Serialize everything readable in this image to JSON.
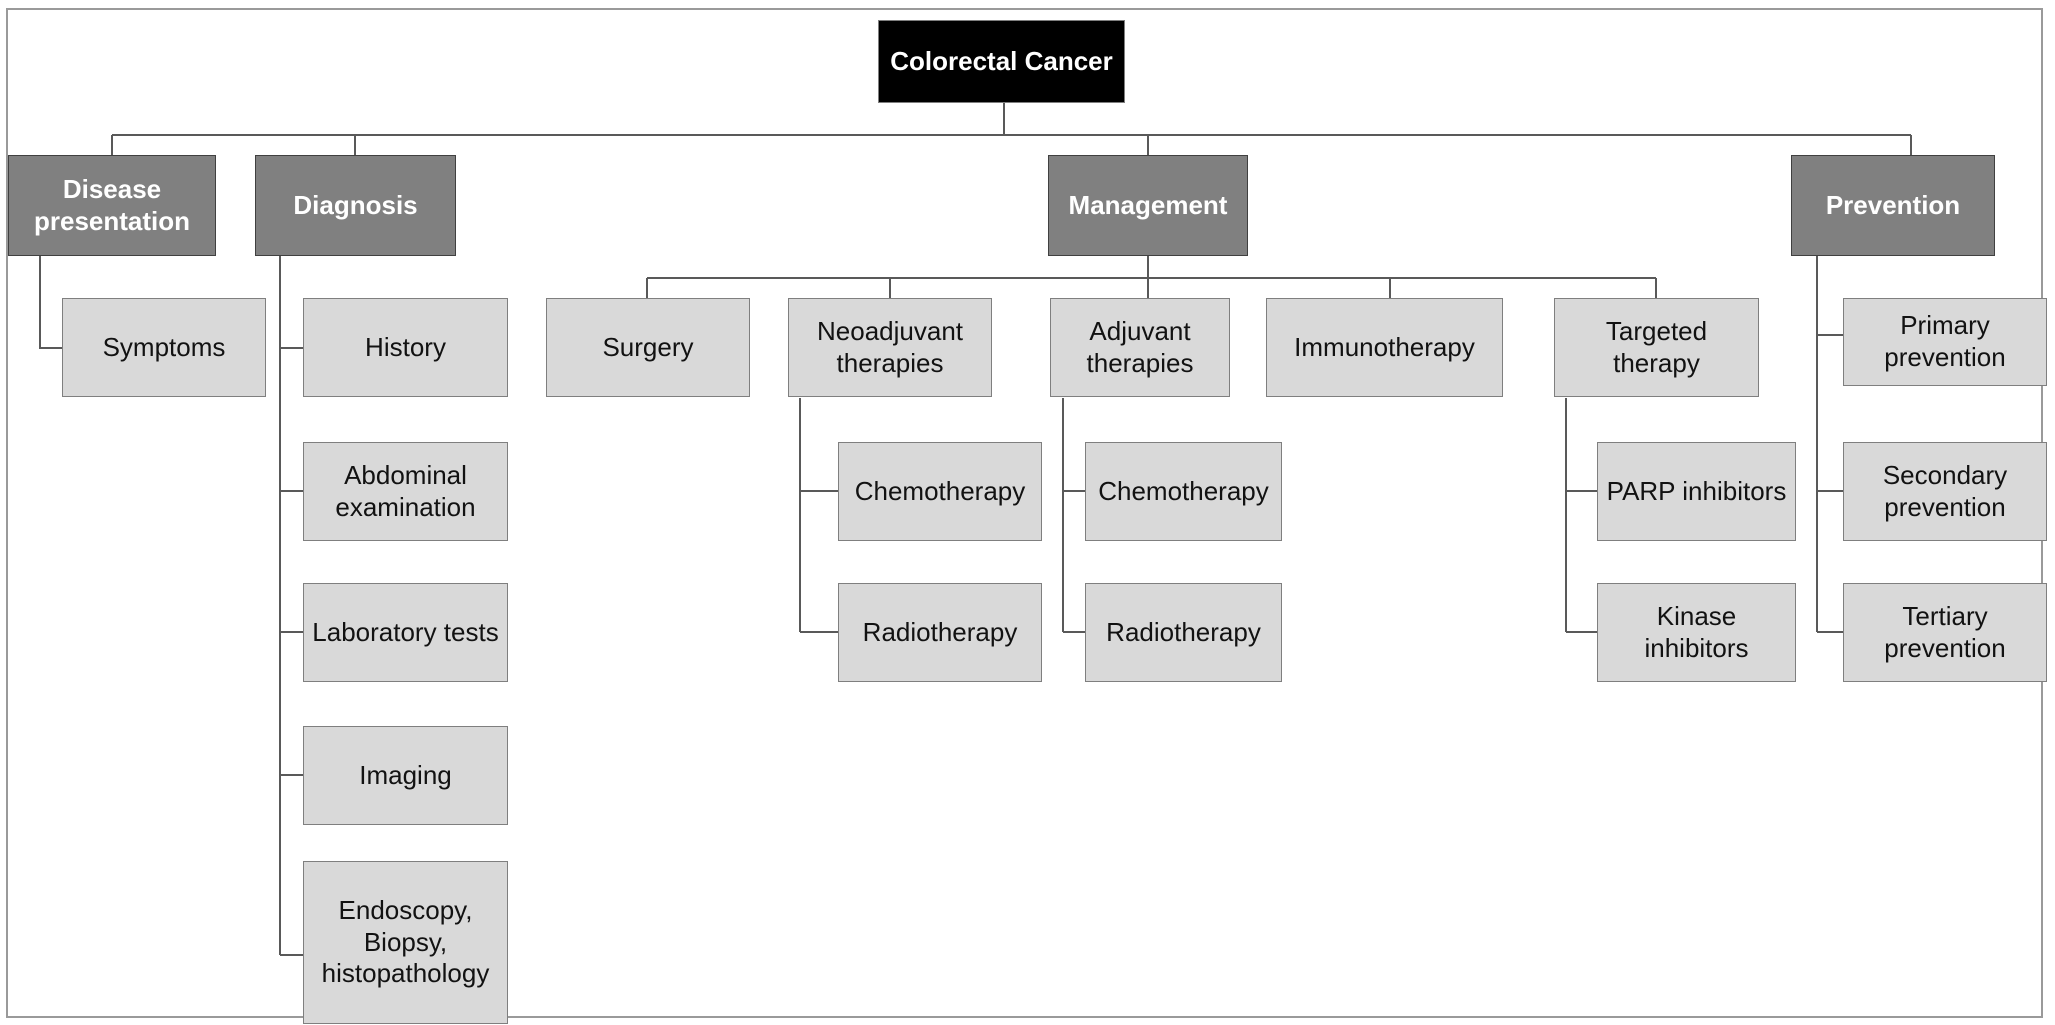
{
  "diagram": {
    "title_node": "Colorectal Cancer",
    "style": {
      "root_fill": "#000000",
      "category_fill": "#808080",
      "leaf_fill": "#d9d9d9",
      "line_color": "#595959",
      "frame_color": "#9a9a9a"
    },
    "nodes": {
      "root": "Colorectal Cancer",
      "disease_presentation": "Disease presentation",
      "diagnosis": "Diagnosis",
      "management": "Management",
      "prevention": "Prevention",
      "symptoms": "Symptoms",
      "history": "History",
      "abdominal_examination": "Abdominal examination",
      "laboratory_tests": "Laboratory tests",
      "imaging": "Imaging",
      "endoscopy_biopsy": "Endoscopy, Biopsy, histopathology",
      "surgery": "Surgery",
      "neoadjuvant_therapies": "Neoadjuvant therapies",
      "adjuvant_therapies": "Adjuvant therapies",
      "immunotherapy": "Immunotherapy",
      "targeted_therapy": "Targeted therapy",
      "neo_chemotherapy": "Chemotherapy",
      "neo_radiotherapy": "Radiotherapy",
      "adj_chemotherapy": "Chemotherapy",
      "adj_radiotherapy": "Radiotherapy",
      "parp_inhibitors": "PARP inhibitors",
      "kinase_inhibitors": "Kinase inhibitors",
      "primary_prevention": "Primary prevention",
      "secondary_prevention": "Secondary prevention",
      "tertiary_prevention": "Tertiary prevention"
    },
    "hierarchy": {
      "Colorectal Cancer": [
        "Disease presentation",
        "Diagnosis",
        "Management",
        "Prevention"
      ],
      "Disease presentation": [
        "Symptoms"
      ],
      "Diagnosis": [
        "History",
        "Abdominal examination",
        "Laboratory tests",
        "Imaging",
        "Endoscopy, Biopsy, histopathology"
      ],
      "Management": [
        "Surgery",
        "Neoadjuvant therapies",
        "Adjuvant therapies",
        "Immunotherapy",
        "Targeted therapy"
      ],
      "Neoadjuvant therapies": [
        "Chemotherapy",
        "Radiotherapy"
      ],
      "Adjuvant therapies": [
        "Chemotherapy",
        "Radiotherapy"
      ],
      "Targeted therapy": [
        "PARP inhibitors",
        "Kinase inhibitors"
      ],
      "Prevention": [
        "Primary prevention",
        "Secondary prevention",
        "Tertiary prevention"
      ]
    }
  }
}
